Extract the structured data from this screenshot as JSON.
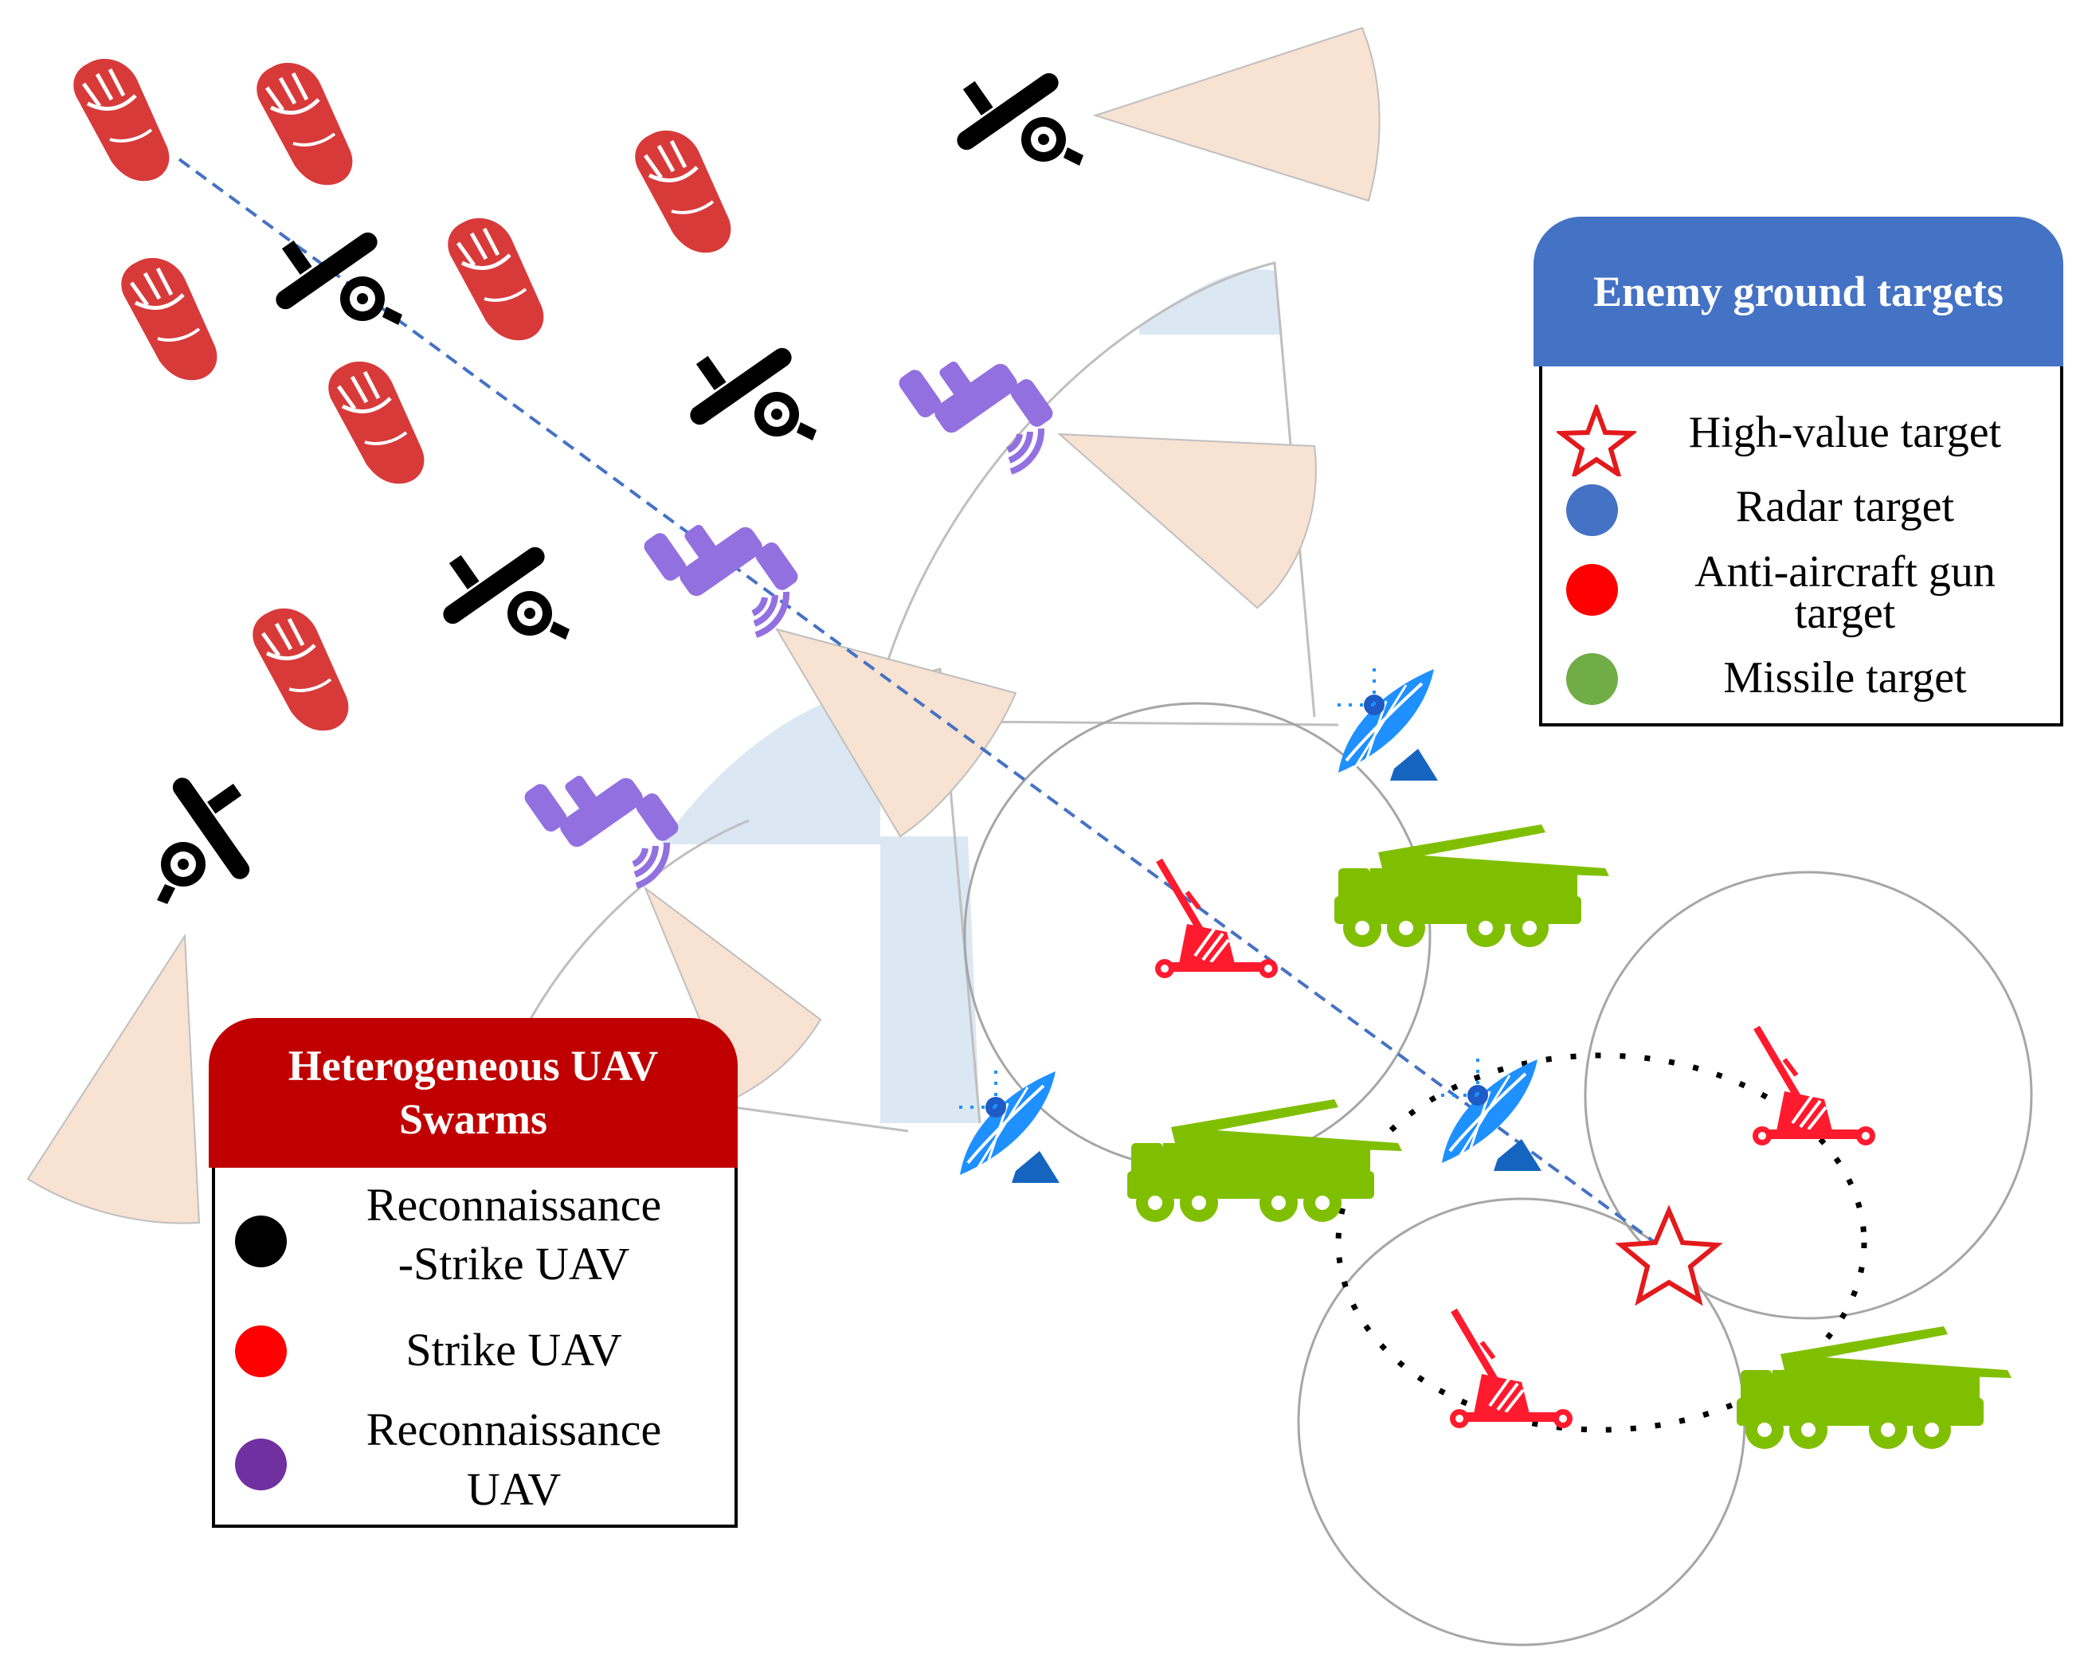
{
  "enemy_legend": {
    "title": "Enemy ground targets",
    "items": [
      {
        "label": "High-value target",
        "marker": "star-outline",
        "color": "#e31a1c"
      },
      {
        "label": "Radar target",
        "marker": "dot",
        "color": "#4472c4"
      },
      {
        "label_line1": "Anti-aircraft gun",
        "label_line2": "target",
        "marker": "dot",
        "color": "#ff0000"
      },
      {
        "label": "Missile target",
        "marker": "dot",
        "color": "#70ad47"
      }
    ]
  },
  "uav_legend": {
    "title_line1": "Heterogeneous UAV",
    "title_line2": "Swarms",
    "items": [
      {
        "label_line1": "Reconnaissance",
        "label_line2": "-Strike UAV",
        "marker": "dot",
        "color": "#000000"
      },
      {
        "label": "Strike UAV",
        "marker": "dot",
        "color": "#ff0000"
      },
      {
        "label_line1": "Reconnaissance",
        "label_line2": "UAV",
        "marker": "dot",
        "color": "#7030a0"
      }
    ]
  },
  "colors": {
    "strike_uav": "#d83a3a",
    "recon_strike_uav": "#000000",
    "recon_uav": "#9370e0",
    "radar": "#1e90ff",
    "anti_aircraft_gun": "#ff1a2e",
    "missile_launcher": "#7fbf00",
    "scan_sector": "#f8e2d2",
    "coverage_blue": "#dbe8f4",
    "path_line": "#4472c4",
    "high_value_target": "#e31a1c"
  },
  "icons": [
    "strike-missile-icon",
    "recon-strike-plane-icon",
    "recon-satellite-uav-icon",
    "radar-dish-icon",
    "anti-aircraft-gun-icon",
    "missile-launcher-truck-icon",
    "star-target-icon"
  ]
}
